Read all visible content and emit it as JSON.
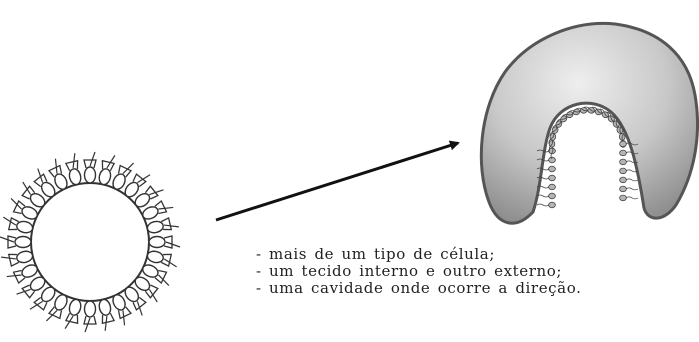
{
  "caption": {
    "lines": [
      "- mais de um tipo de célula;",
      "- um tecido interno e outro externo;",
      "- uma cavidade onde ocorre a direção."
    ]
  },
  "colors": {
    "stroke": "#333333",
    "arrow": "#111111",
    "gastrula_dark": "#8f8f8f",
    "gastrula_light": "#e9e9e9",
    "gastrula_edge": "#555555",
    "cell_fill": "#ffffff",
    "inner_cell_fill": "#b5b5b5"
  },
  "icons": {
    "blastula": "choanoflagellate-colony-icon",
    "gastrula": "sponge-gastrula-icon",
    "arrow": "right-arrow-icon"
  }
}
